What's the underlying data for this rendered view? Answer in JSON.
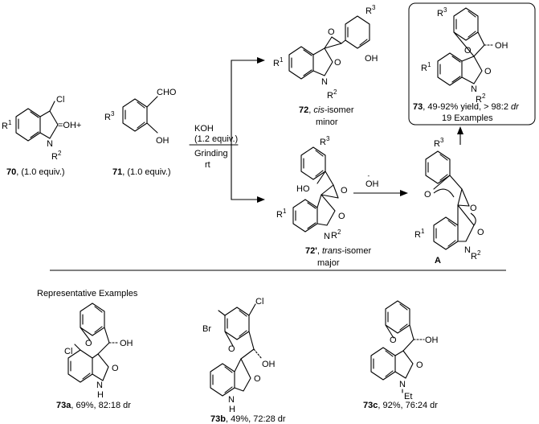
{
  "atoms": {
    "cl": "Cl",
    "o": "O",
    "oh": "OH",
    "ho": "HO",
    "n": "N",
    "nh": "H",
    "r1": "R",
    "r1n": "1",
    "r2": "R",
    "r2n": "2",
    "r3": "R",
    "r3n": "3",
    "cho": "CHO",
    "br": "Br",
    "et": "Et",
    "hydroxide": "OH",
    "hydroxide_charge": "-"
  },
  "compound_70": {
    "number": "70",
    "equiv": ", (1.0 equiv.)",
    "oh": "=OH+"
  },
  "compound_71": {
    "number": "71",
    "equiv": ", (1.0 equiv.)"
  },
  "conditions": {
    "line1": "KOH",
    "line2": "(1.2 equiv.)",
    "line3": "Grinding",
    "line4": "rt"
  },
  "compound_72": {
    "number": "72",
    "rest": ", ",
    "isomer": "cis",
    "suffix": "-isomer",
    "note": "minor"
  },
  "compound_72p": {
    "number": "72'",
    "rest": ", ",
    "isomer": "trans",
    "suffix": "-isomer",
    "note": "major"
  },
  "intermediate": {
    "label": "A"
  },
  "compound_73": {
    "number": "73",
    "rest": ", 49-92% yield, > 98:2 ",
    "dr": "dr",
    "examples": "19 Examples"
  },
  "examples_header": "Representative Examples",
  "example_73a": {
    "number": "73a",
    "rest": ", 69%, 82:18 dr"
  },
  "example_73b": {
    "number": "73b",
    "rest": ", 49%, 72:28 dr"
  },
  "example_73c": {
    "number": "73c",
    "rest": ", 92%, 76:24 dr"
  }
}
